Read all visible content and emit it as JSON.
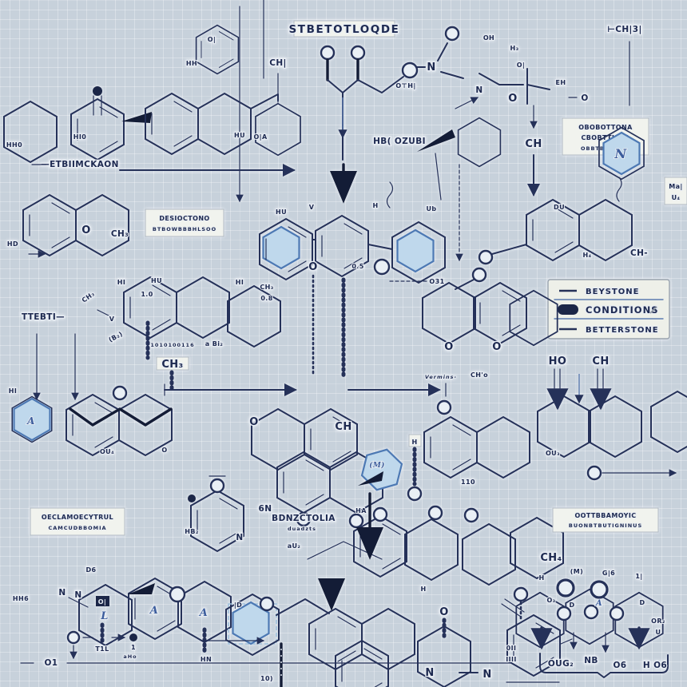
{
  "title": "STBETOTLOQDE",
  "legend": {
    "items": [
      "BEYSTONE",
      "CONDITIONS",
      "BETTERSTONE"
    ]
  },
  "box": {
    "desioctono1": "DESIOCTONO",
    "desioctono2": "BTBOWBBBHLSOO",
    "obob1": "OBOBOTTONA",
    "obob2": "CBOBTTIOLA",
    "obob3": "OBBTBNOGOD",
    "oecl1": "OECLAMOECYTRUL",
    "oecl2": "CAMCUDBBOMIA",
    "oott1": "OOTTBBAMOYIC",
    "oott2": "BUONBTBUTIGNINUS",
    "mau1": "Ma|",
    "mau2": "U₄"
  },
  "t": {
    "etbi": "—ETBIIMCKAON",
    "ttebti": "TTEBTI—",
    "hboz": "HB( OZUBI",
    "bn6": "6N",
    "bdnz": "BDNZCTOLIA",
    "bdnz2": "duadzts",
    "vermins": "Vermins-",
    "o1": "O1"
  },
  "a": {
    "O": "O",
    "N": "N",
    "H": "H",
    "V": "V",
    "M": "(M)",
    "L": "L",
    "A": "A",
    "D": "D",
    "U": "U",
    "CH": "CH",
    "HO": "HO",
    "HU": "HU",
    "HI": "HI",
    "HH": "HH",
    "HD": "HD",
    "HN": "HN",
    "DU": "DU",
    "EH": "EH",
    "OH": "OH",
    "UB": "Ub",
    "HA": "HA",
    "H3": "H₃",
    "H4": "H₄",
    "CH3": "CH₃",
    "CH4": "CH₄",
    "HB2": "HB₂",
    "HH0": "HH0",
    "HI0": "HI0",
    "HH6": "HH6",
    "D6": "D6",
    "OL": "O|",
    "OIA": "O|A",
    "OTH": "O⊤H|",
    "CHP": "CH|",
    "CHD": "CH-",
    "CHO": "CH'o",
    "CH13": "⊢CH|3|",
    "G6": "G|6",
    "I1": "1|",
    "O3": "O₃",
    "OR2": "OR₂",
    "OU3": "OU₃",
    "OU4": "OU₄",
    "NB": "NB",
    "O6": "O6",
    "OUG": "OUG₂",
    "HO6": "H O6",
    "O31": "O31",
    "P05": "0.5",
    "P08": "0.8",
    "P10": "1.0",
    "P110": "110",
    "P10P": "10)",
    "B2": "(B₂)",
    "ABI2": "a Bi₂",
    "DOTS": "1010100116",
    "AU2": "aU₂",
    "T1L": "T1L",
    "ONE": "1",
    "AHO": "aHo",
    "OII": "0II",
    "IIII": "IIII",
    "ID": "|D"
  }
}
